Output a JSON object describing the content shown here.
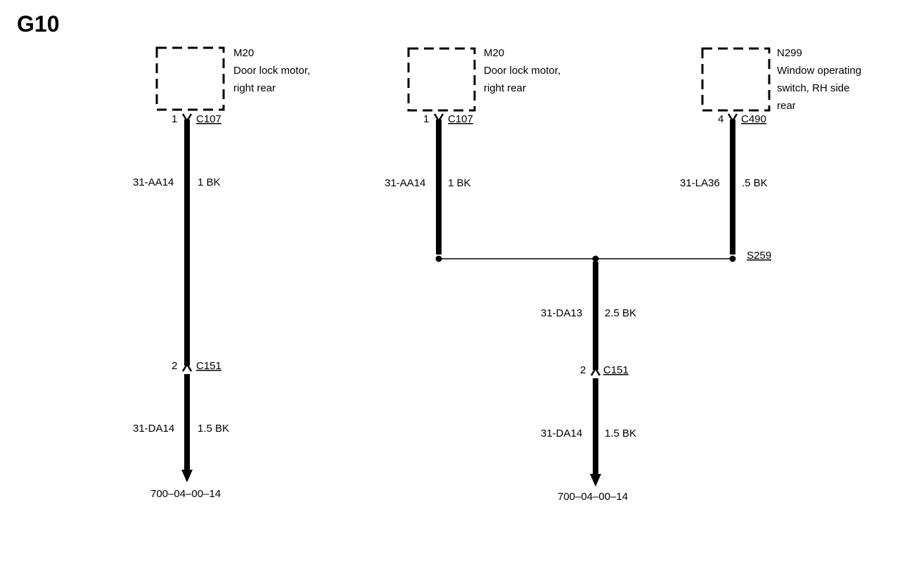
{
  "title": "G10",
  "components": [
    {
      "id": "M20",
      "name_lines": [
        "Door lock motor,",
        "right rear"
      ]
    },
    {
      "id": "M20",
      "name_lines": [
        "Door lock motor,",
        "right rear"
      ]
    },
    {
      "id": "N299",
      "name_lines": [
        "Window operating",
        "switch, RH side",
        "rear"
      ]
    }
  ],
  "wires": [
    {
      "pin": "1",
      "connector": "C107",
      "circuit": "31-AA14",
      "size": "1 BK"
    },
    {
      "pin": "2",
      "connector": "C151",
      "circuit": "31-DA14",
      "size": "1.5 BK"
    },
    {
      "pin": "1",
      "connector": "C107",
      "circuit": "31-AA14",
      "size": "1 BK"
    },
    {
      "pin": "4",
      "connector": "C490",
      "circuit": "31-LA36",
      "size": ".5 BK"
    },
    {
      "circuit": "31-DA13",
      "size": "2.5 BK"
    },
    {
      "pin": "2",
      "connector": "C151",
      "circuit": "31-DA14",
      "size": "1.5 BK"
    }
  ],
  "splice": "S259",
  "ground_refs": [
    "700–04–00–14",
    "700–04–00–14"
  ]
}
